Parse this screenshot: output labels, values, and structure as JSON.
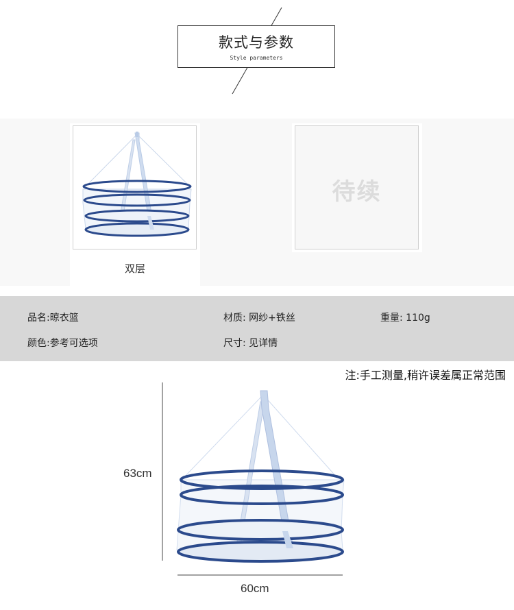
{
  "header": {
    "title_cn": "款式与参数",
    "title_en": "Style parameters"
  },
  "styles": [
    {
      "label": "双层",
      "image": "basket-thumbnail"
    },
    {
      "label": "",
      "image": "placeholder",
      "placeholder_text": "待续"
    }
  ],
  "params": {
    "name": "品名:晾衣篮",
    "material": "材质: 网纱+铁丝",
    "weight": "重量: 110g",
    "color": "颜色:参考可选项",
    "size": "尺寸: 见详情"
  },
  "note": "注:手工测量,稍许误差属正常范围",
  "dimensions": {
    "height": "63cm",
    "width": "60cm"
  },
  "colors": {
    "ring_blue": "#2b4a8c",
    "mesh": "#dce6f2",
    "strap": "#b9cbe6",
    "band_gray": "#d7d7d7"
  }
}
